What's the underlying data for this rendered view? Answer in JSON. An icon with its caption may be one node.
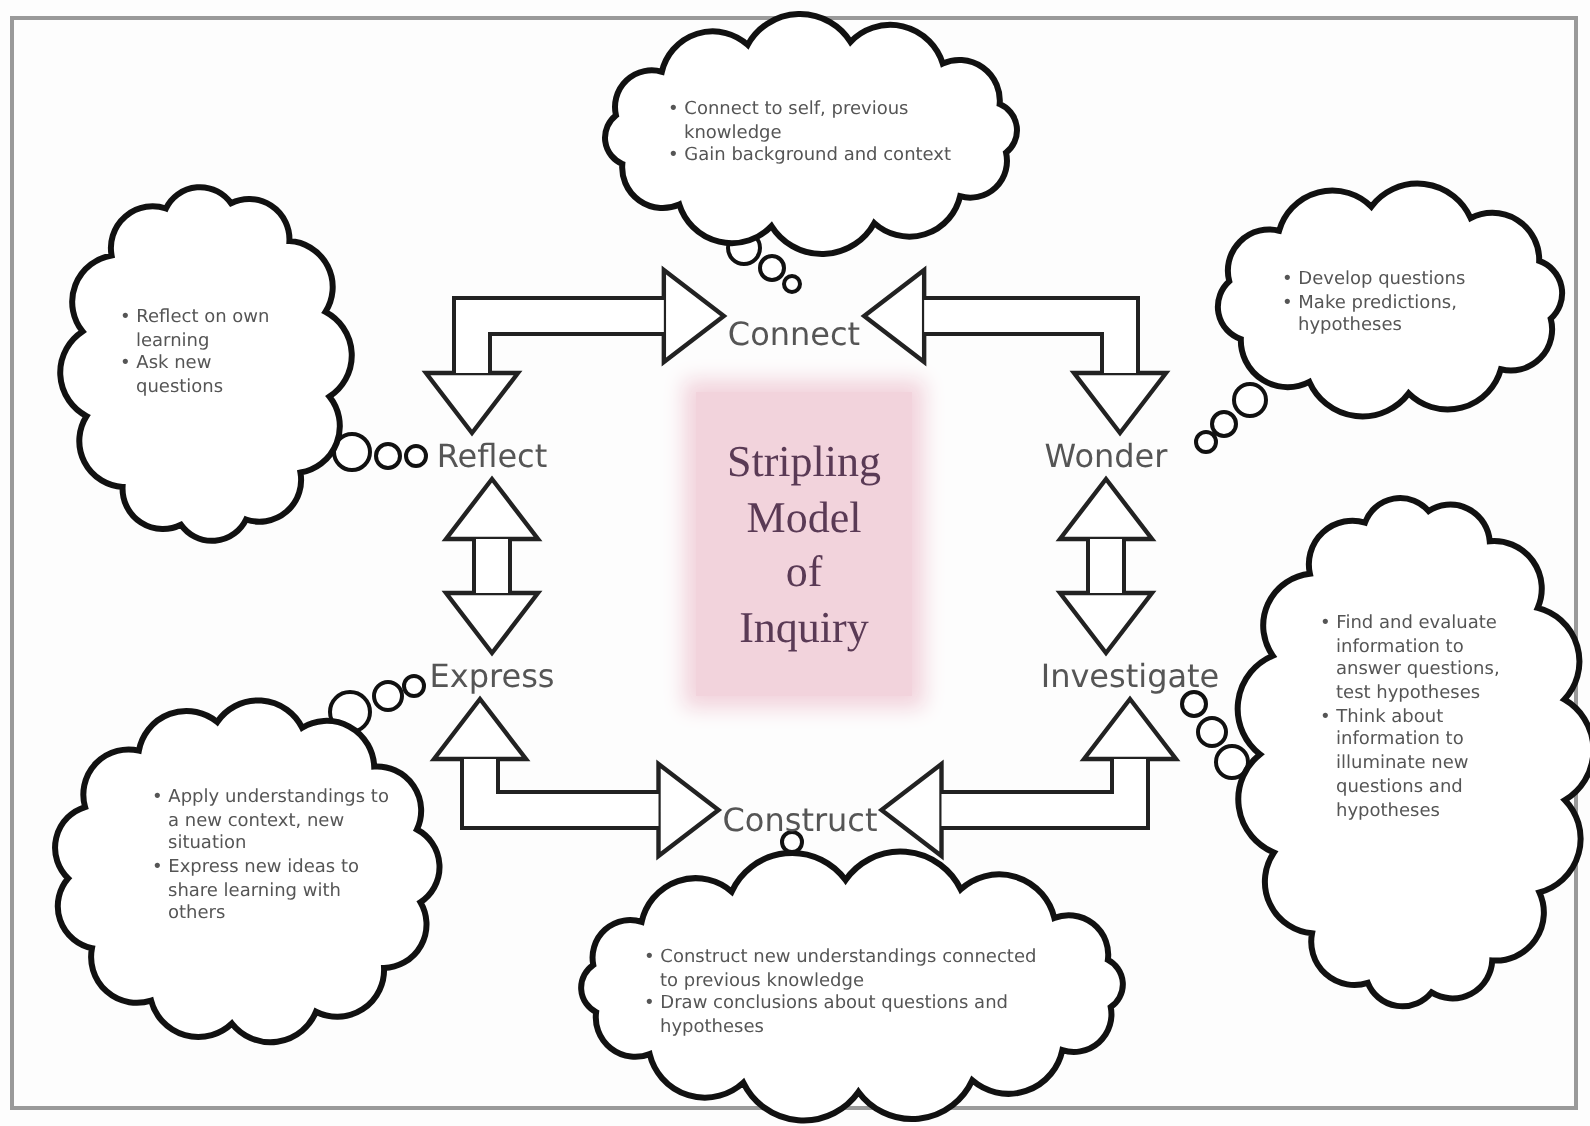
{
  "diagram": {
    "nodes": [
      {
        "text": [
          "• Connect to self, previous knowledge",
          "• Gain background and context"
        ]
      },
      {
        "text": [
          "Connect"
        ]
      },
      {
        "text": [
          "• Reflect on own learning",
          "• Ask new questions"
        ]
      },
      {
        "text": [
          "Reflect"
        ]
      },
      {
        "text": [
          "• Develop questions",
          "• Make predictions, hypotheses"
        ]
      },
      {
        "text": [
          "Wonder"
        ]
      },
      {
        "text": [
          "Stripling Model of Inquiry"
        ]
      },
      {
        "text": [
          "Express"
        ]
      },
      {
        "text": [
          "Investigate"
        ]
      },
      {
        "text": [
          "• Apply understandings to a new context, new situation",
          "• Express new ideas to share learning with others"
        ]
      },
      {
        "text": [
          "• Find and evaluate information to answer questions, test hypotheses",
          "• Think about information to illuminate new questions and hypotheses"
        ]
      },
      {
        "text": [
          "Construct"
        ]
      },
      {
        "text": [
          "• Construct new understandings connected to previous knowledge",
          "• Draw conclusions about questions and hypotheses"
        ]
      }
    ],
    "edges": [
      {
        "from": 3,
        "to": 1,
        "arrow": "both"
      },
      {
        "from": 1,
        "to": 5,
        "arrow": "both"
      },
      {
        "from": 5,
        "to": 8,
        "arrow": "both"
      },
      {
        "from": 8,
        "to": 11,
        "arrow": "both"
      },
      {
        "from": 11,
        "to": 7,
        "arrow": "both"
      },
      {
        "from": 7,
        "to": 3,
        "arrow": "both"
      }
    ]
  }
}
